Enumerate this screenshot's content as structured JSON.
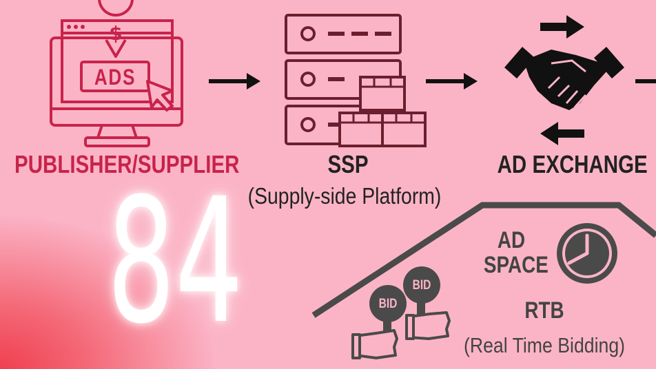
{
  "flow": {
    "publisher_label": "PUBLISHER/SUPPLIER",
    "ads_text": "ADS",
    "ssp_label": "SSP",
    "ssp_sub": "(Supply-side Platform)",
    "exchange_label": "AD EXCHANGE"
  },
  "big_number": "84",
  "house": {
    "ad_space_line1": "AD",
    "ad_space_line2": "SPACE",
    "rtb_label": "RTB",
    "rtb_sub": "(Real Time Bidding)",
    "bid_sign_1": "BID",
    "bid_sign_2": "BID"
  },
  "colors": {
    "background": "#fbb4c6",
    "publisher": "#c8234b",
    "ssp": "#6b1f2e",
    "dark": "#222222",
    "house": "#4a4a4a",
    "number": "#ffffff"
  }
}
